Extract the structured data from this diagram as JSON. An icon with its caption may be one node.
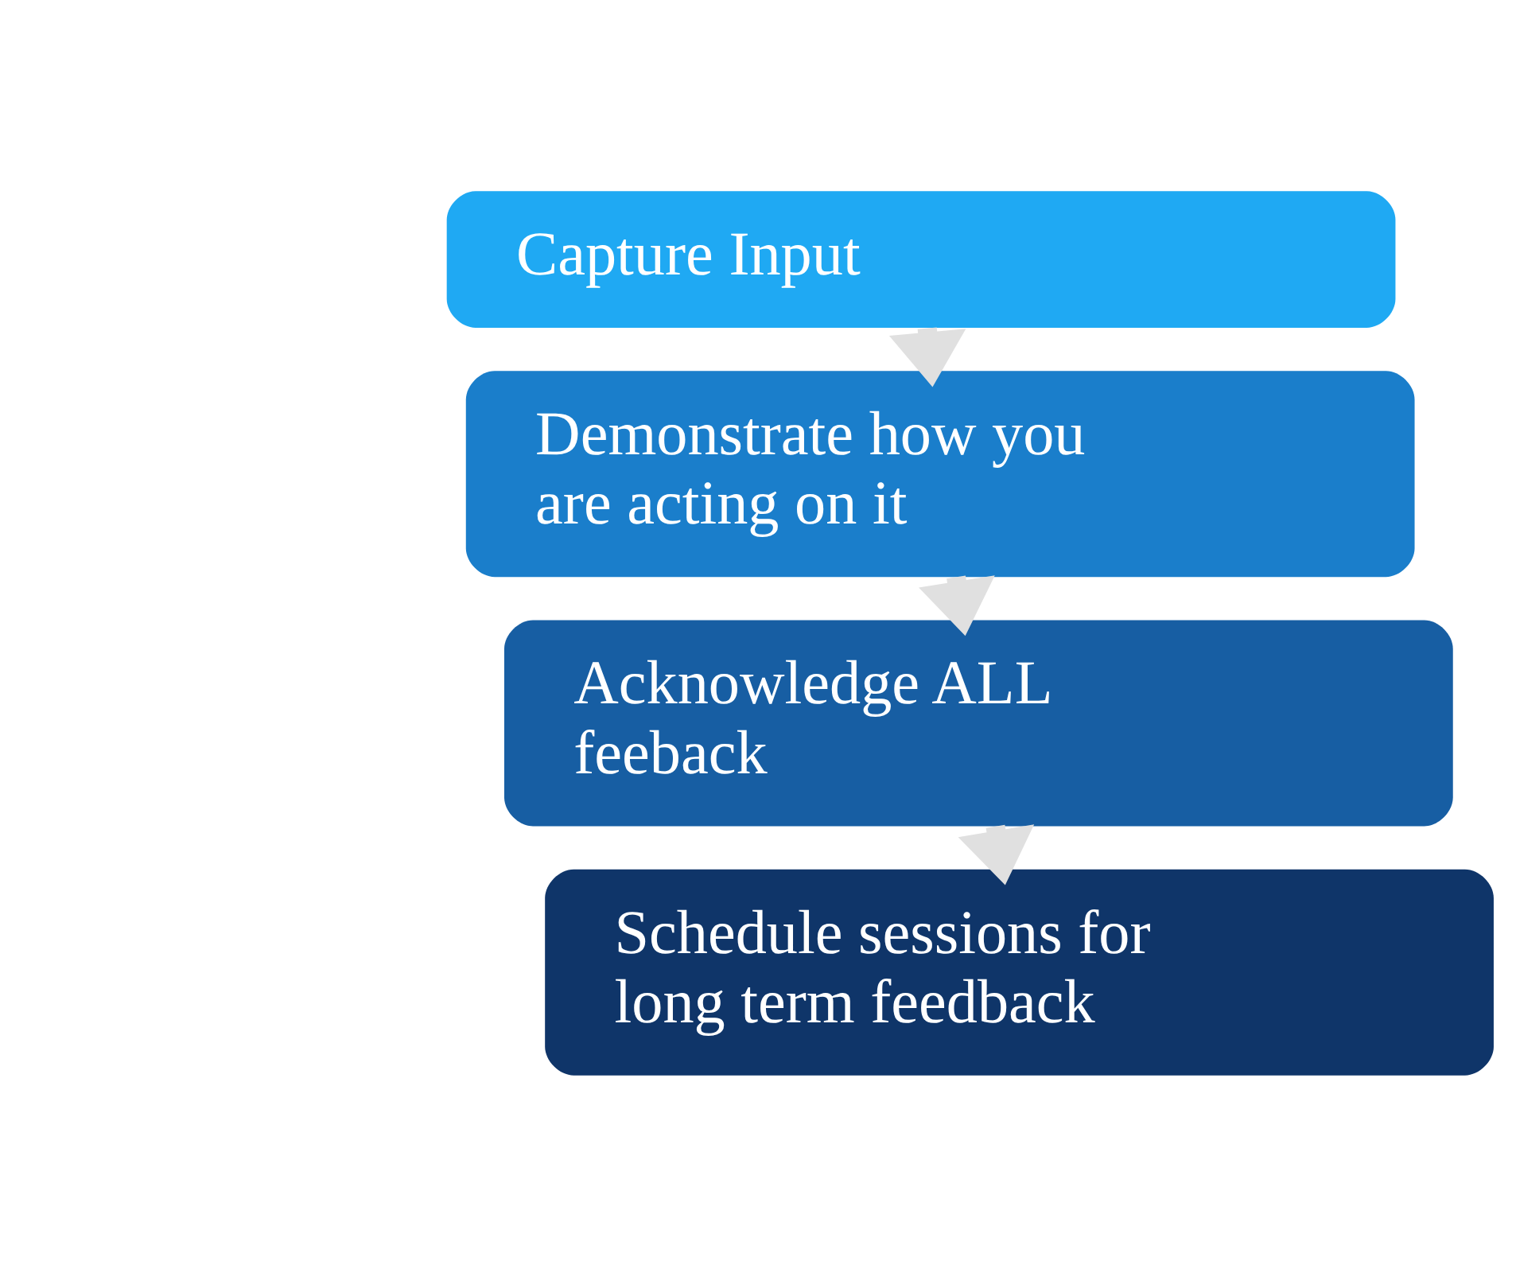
{
  "diagram": {
    "nodes": [
      {
        "text": [
          "Capture Input"
        ]
      },
      {
        "text": [
          "Demonstrate how you are acting on it"
        ]
      },
      {
        "text": [
          "Acknowledge ALL feeback"
        ]
      },
      {
        "text": [
          "Schedule sessions for long term feedback"
        ]
      }
    ],
    "edges": [
      {
        "from": 0,
        "to": 1,
        "arrow": "to"
      },
      {
        "from": 1,
        "to": 2,
        "arrow": "to"
      },
      {
        "from": 2,
        "to": 3,
        "arrow": "to"
      }
    ]
  }
}
